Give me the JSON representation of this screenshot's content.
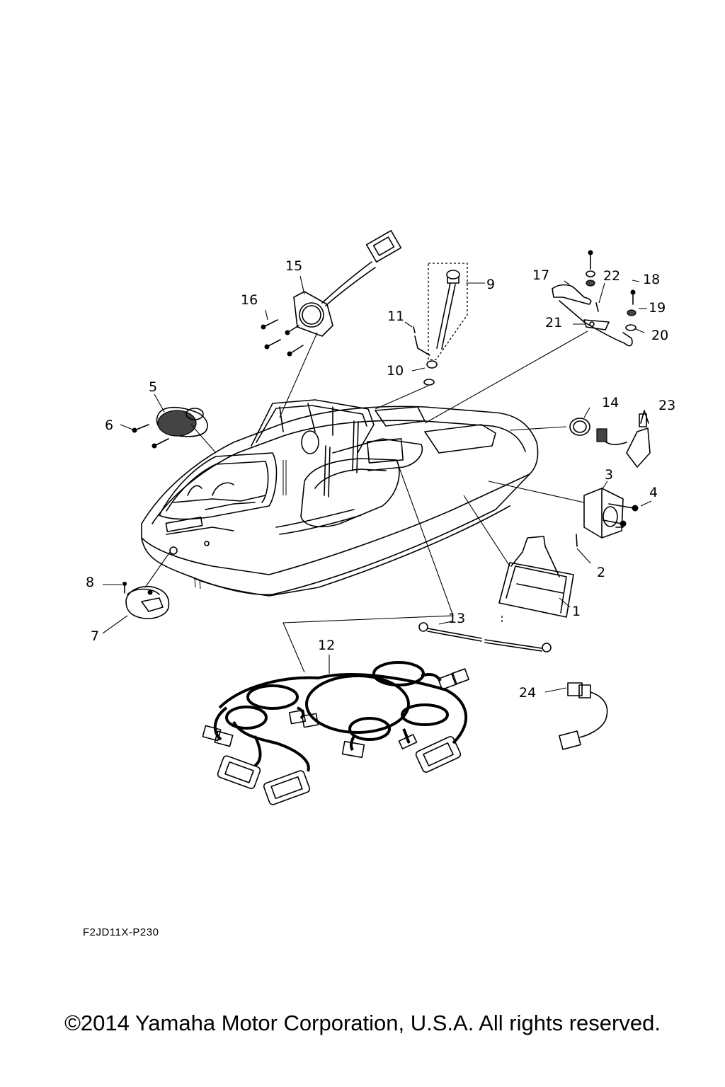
{
  "diagram": {
    "code": "F2JD11X-P230",
    "copyright": "©2014 Yamaha Motor Corporation, U.S.A. All rights reserved.",
    "callouts": [
      "1",
      "2",
      "3",
      "4",
      "5",
      "6",
      "7",
      "8",
      "9",
      "10",
      "11",
      "12",
      "13",
      "14",
      "15",
      "16",
      "17",
      "18",
      "19",
      "20",
      "21",
      "22",
      "23",
      "24"
    ]
  }
}
